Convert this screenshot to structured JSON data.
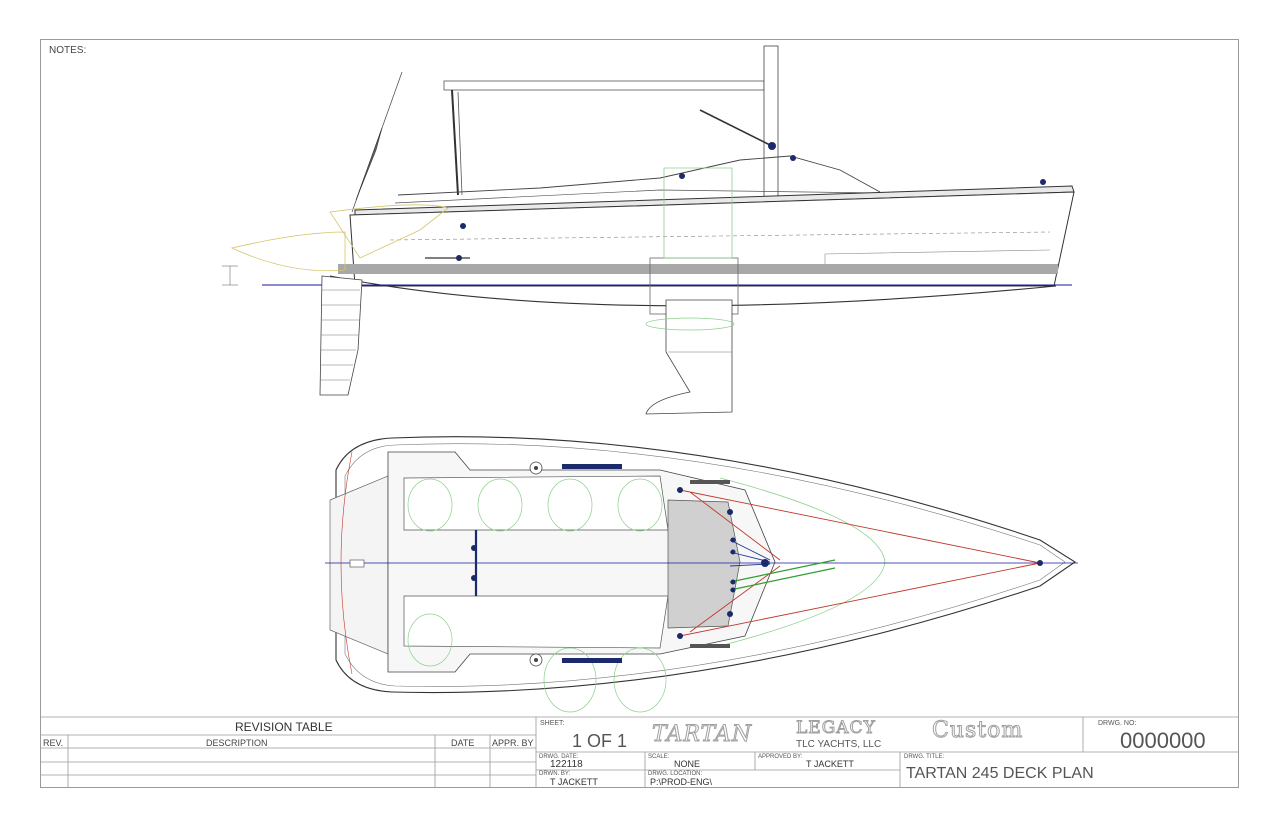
{
  "notes_label": "NOTES:",
  "revision_table": {
    "title": "REVISION TABLE",
    "columns": [
      "REV.",
      "DESCRIPTION",
      "DATE",
      "APPR. BY"
    ]
  },
  "title_block": {
    "sheet_label": "SHEET:",
    "sheet_value": "1 OF 1",
    "brand_tartan": "TARTAN",
    "brand_legacy": "LEGACY",
    "company": "TLC YACHTS, LLC",
    "brand_custom": "Custom",
    "drwg_no_label": "DRWG. NO:",
    "drwg_no_value": "0000000",
    "date_label": "DRWG. DATE:",
    "date_value": "122118",
    "scale_label": "SCALE:",
    "scale_value": "NONE",
    "approved_label": "APPROVED BY:",
    "approved_value": "T JACKETT",
    "drawn_label": "DRWN. BY:",
    "drawn_value": "T JACKETT",
    "location_label": "DRWG. LOCATION:",
    "location_value": "P:\\PROD-ENG\\",
    "title_label": "DRWG. TITLE:",
    "title_value": "TARTAN 245 DECK PLAN"
  },
  "colors": {
    "hull_line": "#333333",
    "waterline": "#1a1a9a",
    "control_red": "#c0392b",
    "control_blue": "#1f3a93",
    "control_green": "#2e9e2e",
    "hardware": "#1a2a6a",
    "outline_yellow": "#d4c56a",
    "helper_green": "#8cd08c",
    "band_grey": "#a8a8a8",
    "deck_grey": "#d0d0d0"
  }
}
